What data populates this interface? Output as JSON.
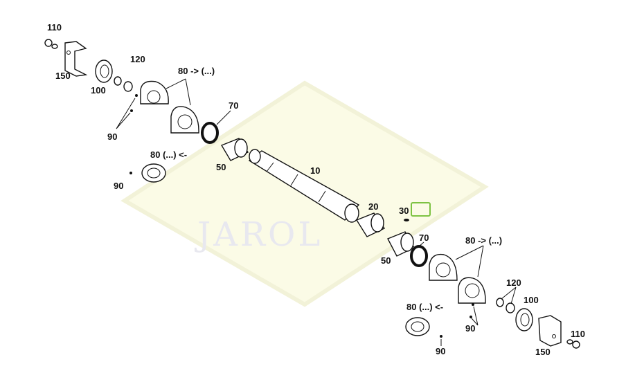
{
  "watermark": "JAROL",
  "labels": {
    "l110a": "110",
    "l150a": "150",
    "l100a": "100",
    "l120a": "120",
    "l80a": "80 -> (...)",
    "l70a": "70",
    "l90a": "90",
    "l80b": "80 (...) <-",
    "l90b": "90",
    "l50a": "50",
    "l10": "10",
    "l20": "20",
    "l30": "30",
    "l70b": "70",
    "l80c": "80 -> (...)",
    "l50b": "50",
    "l120b": "120",
    "l100b": "100",
    "l80d": "80 (...) <-",
    "l90c": "90",
    "l110b": "110",
    "l150b": "150",
    "l90d": "90"
  },
  "colors": {
    "highlight": "#7dc242",
    "watermark_bg": "#fbfbe6"
  }
}
